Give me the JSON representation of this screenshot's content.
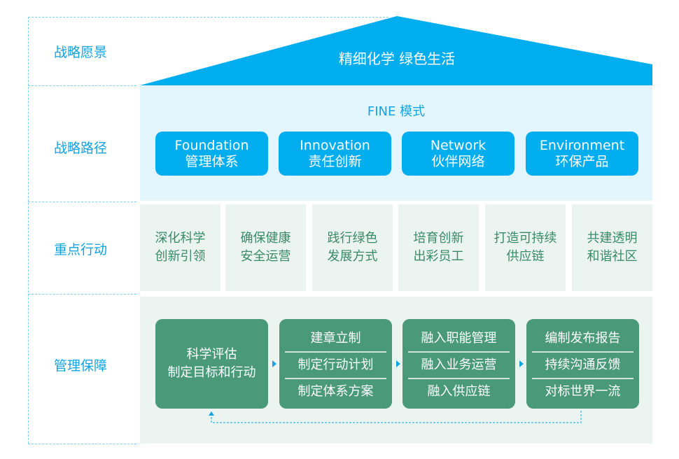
{
  "rows": [
    "战略愿景",
    "战略路径",
    "重点行动",
    "管理保障"
  ],
  "vision": "精细化学 绿色生活",
  "path": {
    "title": "FINE 模式",
    "items": [
      {
        "en": "Foundation",
        "zh": "管理体系"
      },
      {
        "en": "Innovation",
        "zh": "责任创新"
      },
      {
        "en": "Network",
        "zh": "伙伴网络"
      },
      {
        "en": "Environment",
        "zh": "环保产品"
      }
    ]
  },
  "actions": [
    [
      "深化科学",
      "创新引领"
    ],
    [
      "确保健康",
      "安全运营"
    ],
    [
      "践行绿色",
      "发展方式"
    ],
    [
      "培育创新",
      "出彩员工"
    ],
    [
      "打造可持续",
      "供应链"
    ],
    [
      "共建透明",
      "和谐社区"
    ]
  ],
  "management": [
    [
      "科学评估",
      "制定目标和行动"
    ],
    [
      "建章立制",
      "制定行动计划",
      "制定体系方案"
    ],
    [
      "融入职能管理",
      "融入业务运营",
      "融入供应链"
    ],
    [
      "编制发布报告",
      "持续沟通反馈",
      "对标世界一流"
    ]
  ],
  "colors": {
    "blue": "#00aeef",
    "light_blue": "#e3f5fd",
    "green": "#4a9a79",
    "light_green": "#ebf4f1"
  }
}
